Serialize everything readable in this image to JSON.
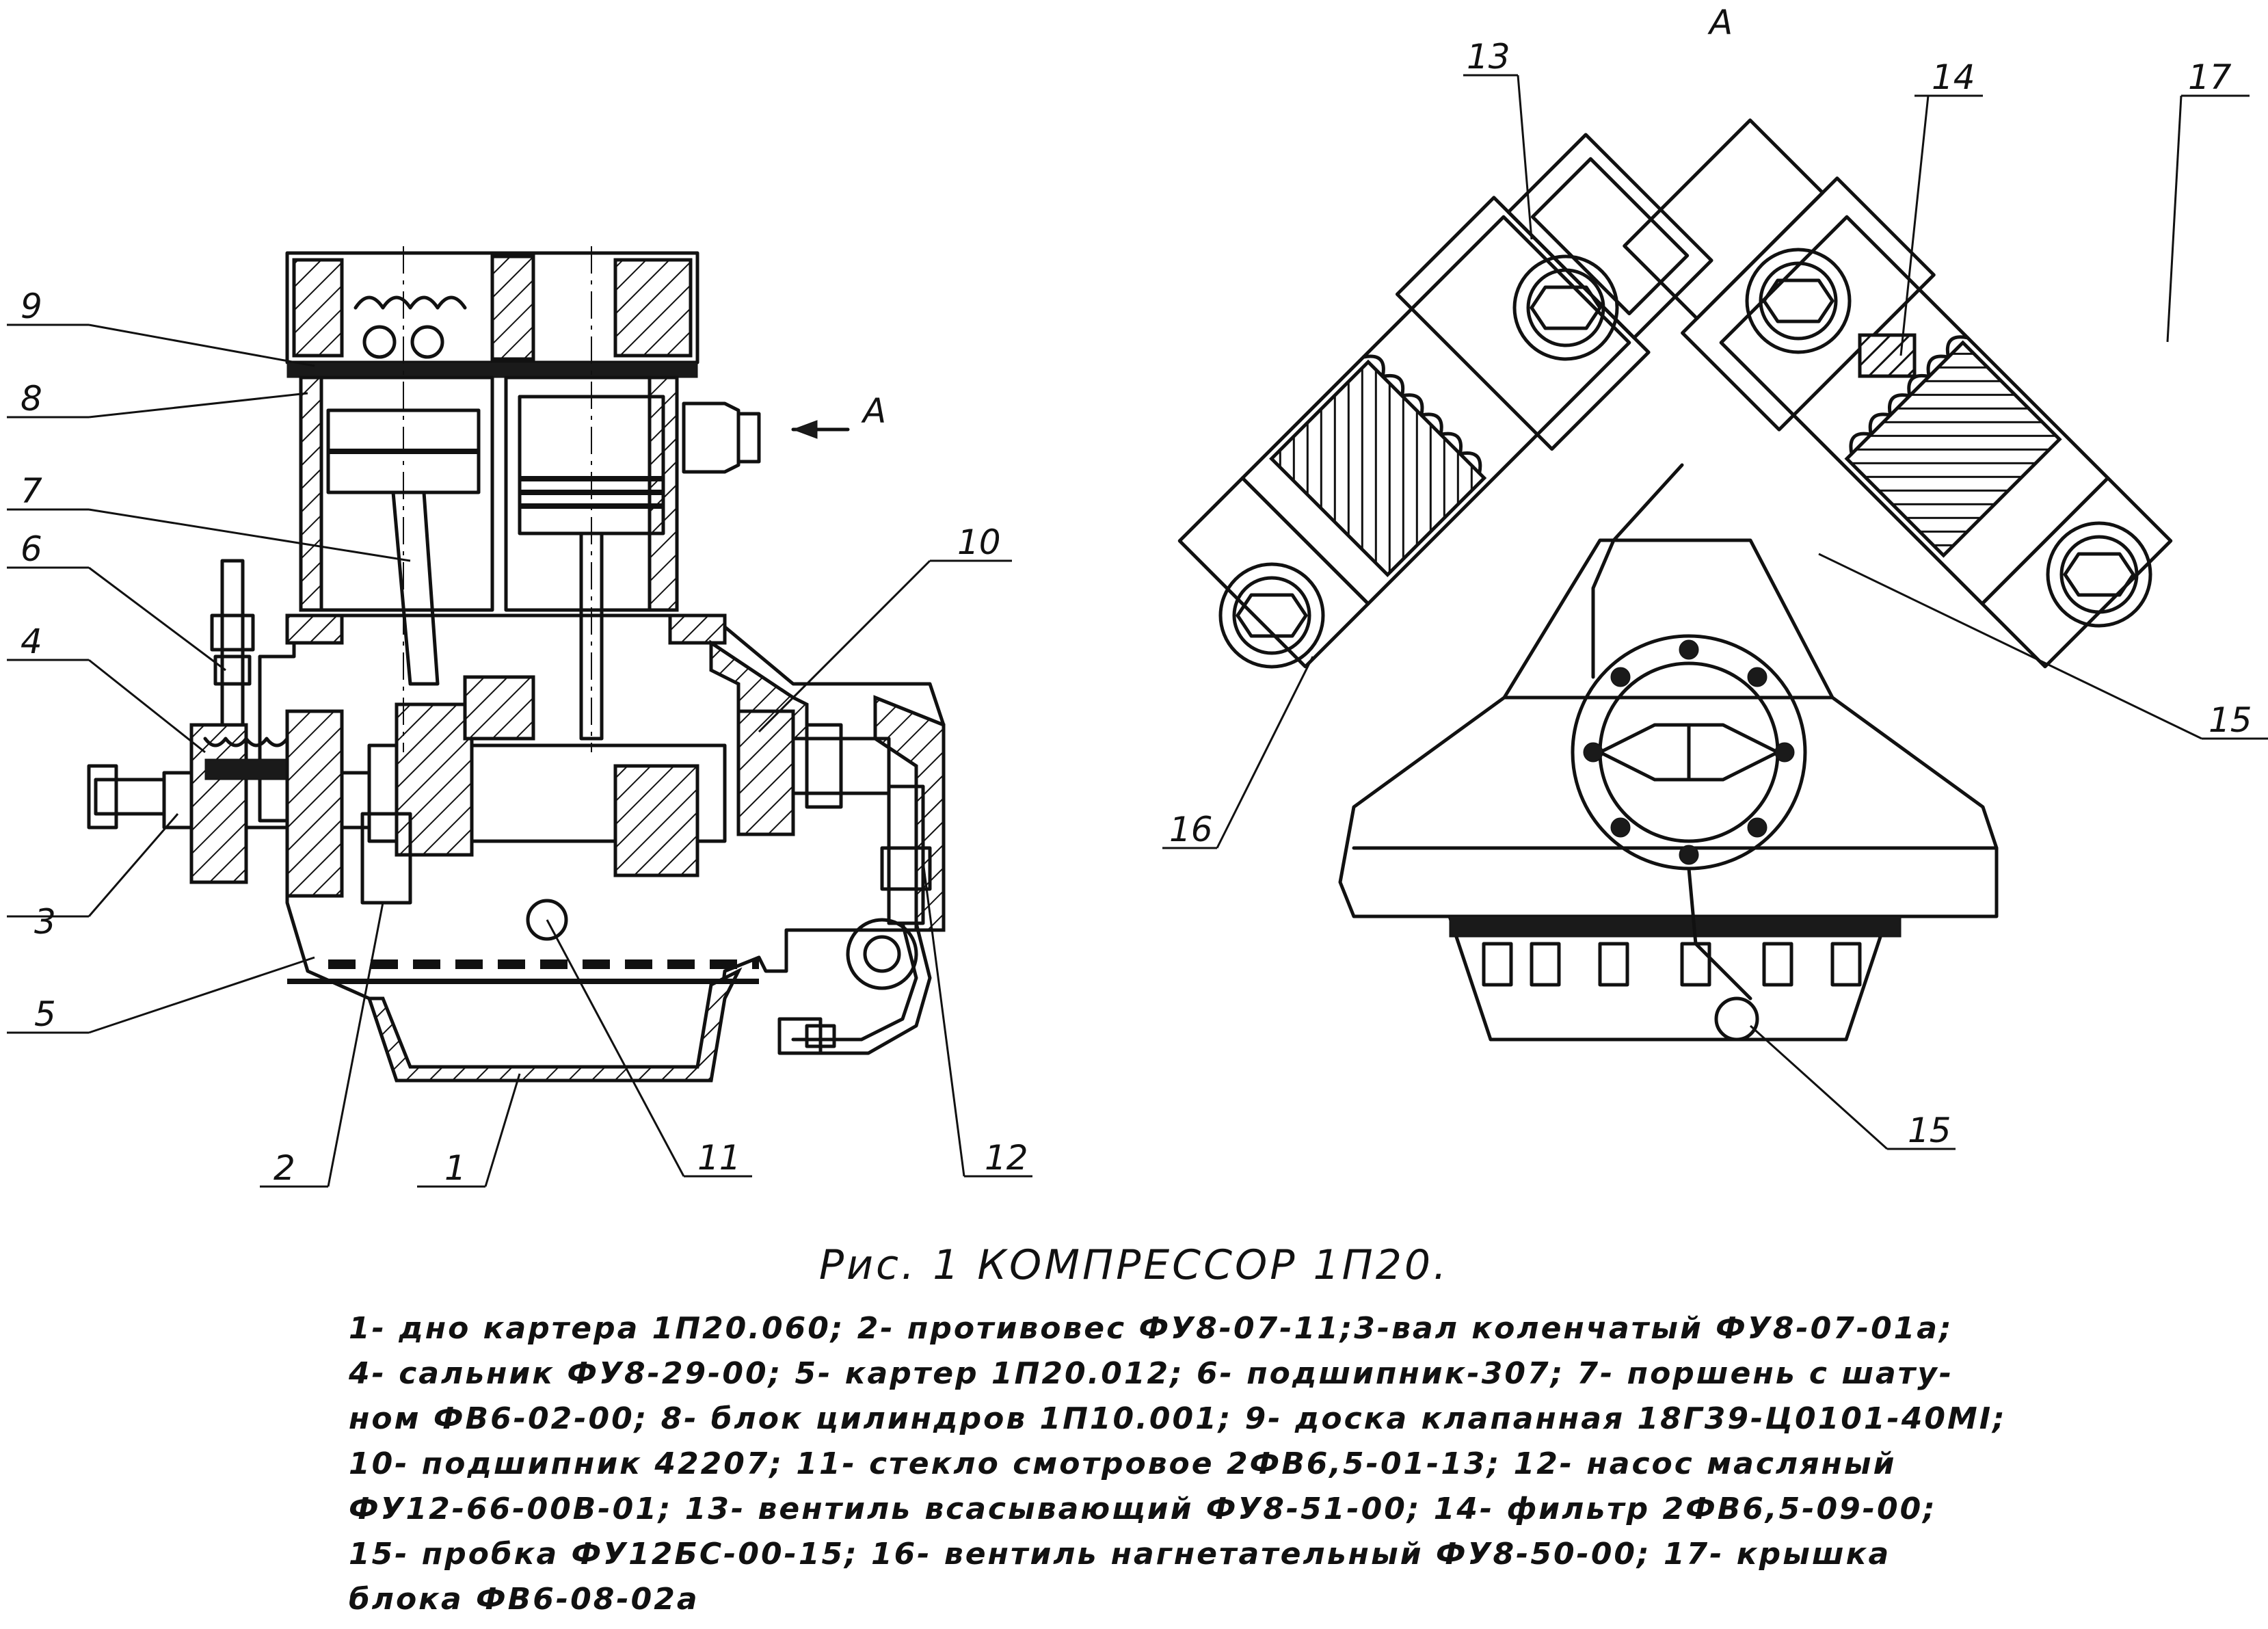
{
  "figure": {
    "view_marker": "A",
    "callouts_left": [
      "9",
      "8",
      "7",
      "6",
      "4",
      "3",
      "5",
      "2",
      "1",
      "11",
      "12",
      "10"
    ],
    "callouts_right": [
      "13",
      "14",
      "17",
      "16",
      "15",
      "15"
    ],
    "caption": "Рис. 1  КОМПРЕССОР  1П20."
  },
  "legend": {
    "lines": [
      "1- дно картера   1П20.060;   2- противовес  ФУ8-07-11;3-вал коленчатый ФУ8-07-01а;",
      "4- сальник ФУ8-29-00; 5- картер   1П20.012;  6- подшипник-307;  7- поршень  с  шату-",
      "ном ФВ6-02-00;  8- блок цилиндров  1П10.001;  9- доска  клапанная  18Г39-Ц0101-40МI;",
      "10- подшипник    42207;  11- стекло смотровое  2ФВ6,5-01-13;  12- насос масляный",
      "ФУ12-66-00В-01;    13- вентиль  всасывающий  ФУ8-51-00;  14- фильтр 2ФВ6,5-09-00;",
      "15- пробка   ФУ12БС-00-15;  16- вентиль нагнетательный  ФУ8-50-00;  17- крышка",
      "блока ФВ6-08-02а"
    ]
  }
}
